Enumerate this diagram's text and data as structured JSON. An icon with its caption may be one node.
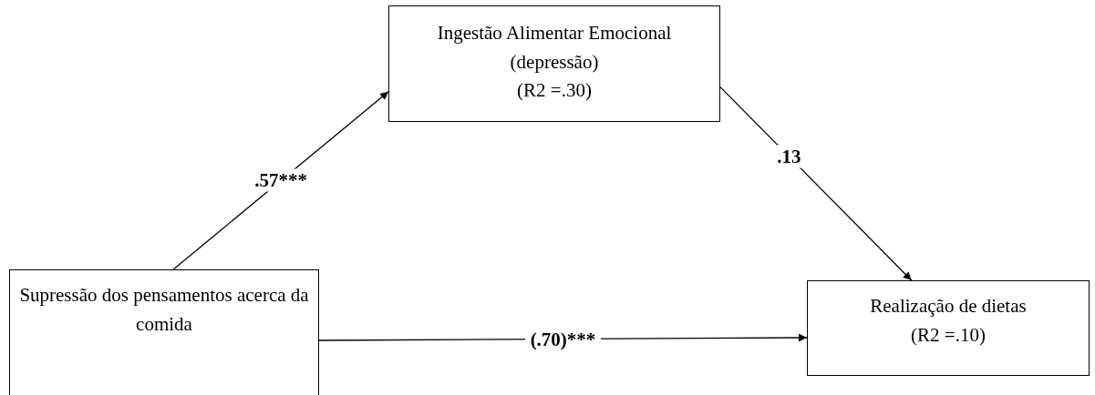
{
  "diagram": {
    "nodes": [
      {
        "text": [
          "Ingestão Alimentar Emocional (depressão)",
          "(R2 =.30)"
        ]
      },
      {
        "text": [
          "Supressão dos pensamentos acerca da comida"
        ]
      },
      {
        "text": [
          "Realização de dietas",
          "(R2 =.10)"
        ]
      }
    ],
    "edges": [
      {
        "from": 1,
        "to": 0,
        "arrow": "to",
        "label": ".57***"
      },
      {
        "from": 0,
        "to": 2,
        "arrow": "to",
        "label": ".13"
      },
      {
        "from": 1,
        "to": 2,
        "arrow": "to",
        "label": "(.70)***"
      }
    ]
  }
}
